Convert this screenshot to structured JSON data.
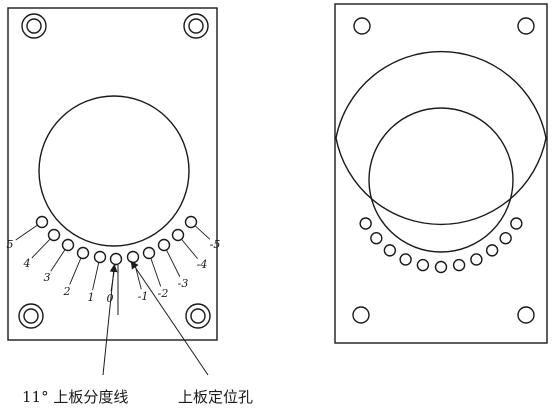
{
  "scale_labels": [
    "5",
    "4",
    "3",
    "2",
    "1",
    "0",
    "-1",
    "-2",
    "-3",
    "-4",
    "-5"
  ],
  "captions": {
    "division_line": "11° 上板分度线",
    "positioning_hole": "上板定位孔"
  }
}
